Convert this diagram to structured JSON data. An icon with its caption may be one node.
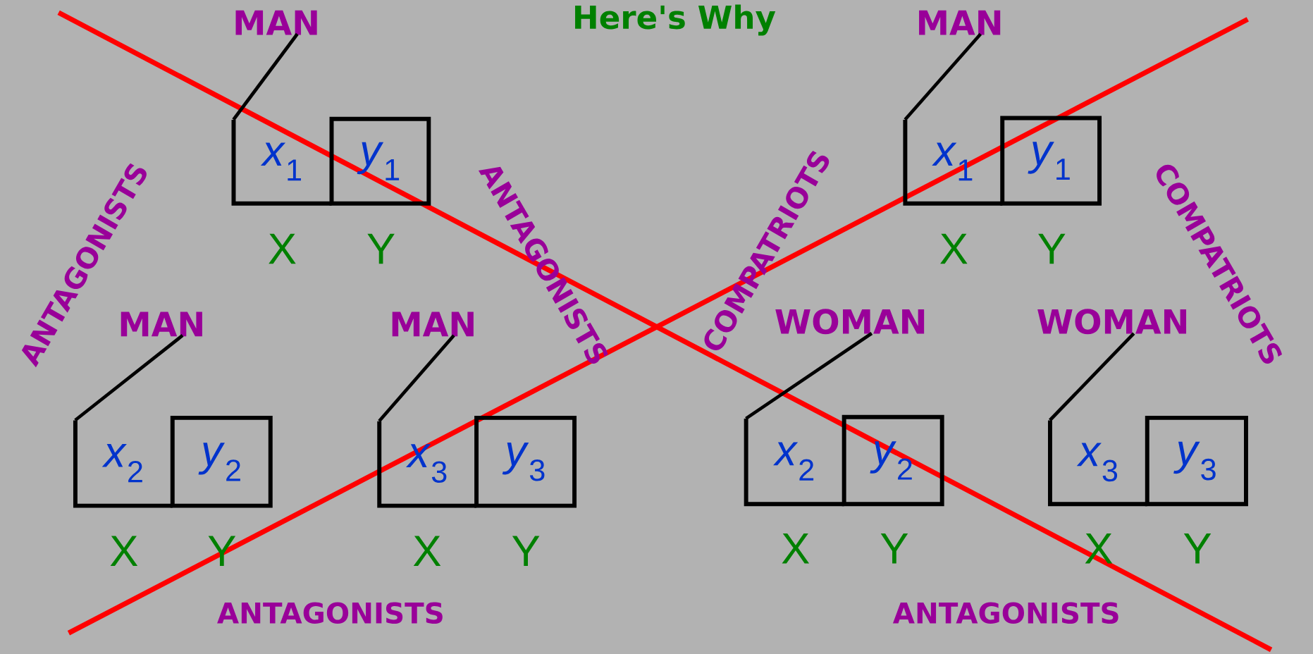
{
  "diagram": {
    "title": "Here's Why",
    "nodes": [
      {
        "text": [
          "MAN"
        ]
      },
      {
        "text": [
          "*x*$_{1}$"
        ]
      },
      {
        "text": [
          "*y*$_{1}$"
        ]
      },
      {
        "text": [
          "MAN"
        ]
      },
      {
        "text": [
          "*x*$_{1}$"
        ]
      },
      {
        "text": [
          "*y*$_{1}$"
        ]
      },
      {
        "text": [
          "MAN"
        ]
      },
      {
        "text": [
          "*x*$_{2}$"
        ]
      },
      {
        "text": [
          "*y*$_{2}$"
        ]
      },
      {
        "text": [
          "MAN"
        ]
      },
      {
        "text": [
          "*x*$_{3}$"
        ]
      },
      {
        "text": [
          "*y*$_{3}$"
        ]
      },
      {
        "text": [
          "WOMAN"
        ]
      },
      {
        "text": [
          "*x*$_{2}$"
        ]
      },
      {
        "text": [
          "*y*$_{2}$"
        ]
      },
      {
        "text": [
          "WOMAN"
        ]
      },
      {
        "text": [
          "*x*$_{3}$"
        ]
      },
      {
        "text": [
          "*y*$_{3}$"
        ]
      }
    ],
    "edges": [
      {
        "from": 0,
        "to": 1,
        "arrow": "none"
      },
      {
        "from": 3,
        "to": 4,
        "arrow": "none"
      },
      {
        "from": 6,
        "to": 7,
        "arrow": "none"
      },
      {
        "from": 9,
        "to": 10,
        "arrow": "none"
      },
      {
        "from": 12,
        "to": 13,
        "arrow": "none"
      },
      {
        "from": 15,
        "to": 16,
        "arrow": "none"
      }
    ],
    "labels": [
      "ANTAGONISTS",
      "ANTAGONISTS",
      "COMPATRIOTS",
      "COMPATRIOTS",
      "X",
      "Y",
      "X",
      "Y",
      "X",
      "Y",
      "X",
      "Y",
      "X",
      "Y",
      "X",
      "Y",
      "ANTAGONISTS",
      "ANTAGONISTS"
    ]
  }
}
